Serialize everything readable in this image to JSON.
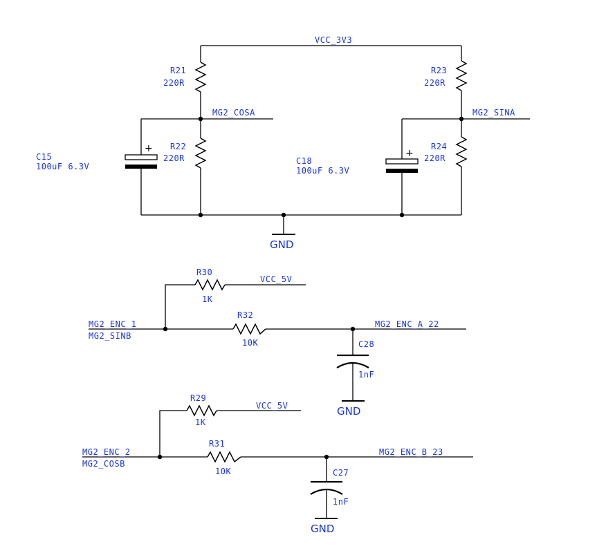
{
  "colors": {
    "wire": "#000000",
    "label": "#1a35d6",
    "background": "#ffffff"
  },
  "icons": [
    "resistor-icon",
    "polarized-capacitor-icon",
    "capacitor-icon",
    "ground-icon",
    "junction-dot-icon"
  ],
  "top": {
    "net_vcc": "VCC_3V3",
    "net_cosa": "MG2_COSA",
    "net_sina": "MG2_SINA",
    "gnd": "GND",
    "r21": {
      "ref": "R21",
      "value": "220R"
    },
    "r22": {
      "ref": "R22",
      "value": "220R"
    },
    "r23": {
      "ref": "R23",
      "value": "220R"
    },
    "r24": {
      "ref": "R24",
      "value": "220R"
    },
    "c15": {
      "ref": "C15",
      "value": "100uF 6.3V"
    },
    "c18": {
      "ref": "C18",
      "value": "100uF 6.3V"
    },
    "plus_sign": "+"
  },
  "enc_a": {
    "in_net_1": "MG2_ENC_1",
    "in_net_2": "MG2_SINB",
    "vcc": "VCC_5V",
    "out_net": "MG2_ENC_A_22",
    "r_pullup": {
      "ref": "R30",
      "value": "1K"
    },
    "r_series": {
      "ref": "R32",
      "value": "10K"
    },
    "cap": {
      "ref": "C28",
      "value": "1nF"
    },
    "gnd": "GND"
  },
  "enc_b": {
    "in_net_1": "MG2_ENC_2",
    "in_net_2": "MG2_COSB",
    "vcc": "VCC_5V",
    "out_net": "MG2_ENC_B_23",
    "r_pullup": {
      "ref": "R29",
      "value": "1K"
    },
    "r_series": {
      "ref": "R31",
      "value": "10K"
    },
    "cap": {
      "ref": "C27",
      "value": "1nF"
    },
    "gnd": "GND"
  }
}
